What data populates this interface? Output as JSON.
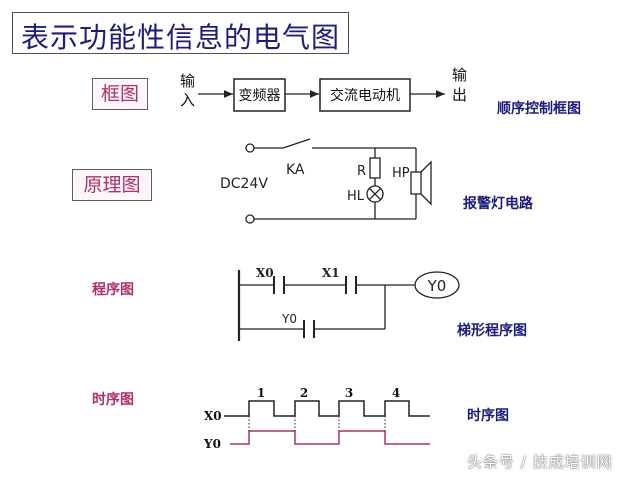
{
  "title": "表示功能性信息的电气图",
  "sections": {
    "block": {
      "label": "框图",
      "input": [
        "输",
        "入"
      ],
      "blocks": [
        "变频器",
        "交流电动机"
      ],
      "output": [
        "输",
        "出"
      ],
      "caption": "顺序控制框图"
    },
    "schematic": {
      "label": "原理图",
      "source": "DC24V",
      "switch": "KA",
      "resistor": "R",
      "lamp": "HL",
      "horn": "HP",
      "caption": "报警灯电路"
    },
    "ladder": {
      "label": "程序图",
      "contacts": [
        "X0",
        "X1",
        "Y0"
      ],
      "coil": "Y0",
      "caption": "梯形程序图"
    },
    "timing": {
      "label": "时序图",
      "signals": [
        "X0",
        "Y0"
      ],
      "pulses": [
        "1",
        "2",
        "3",
        "4"
      ],
      "caption": "时序图"
    }
  },
  "watermark": "头条号 / 技成培训网",
  "colors": {
    "title": "#1c1c80",
    "label": "#b0306a",
    "line": "#222222",
    "y0_trace": "#b03060"
  }
}
